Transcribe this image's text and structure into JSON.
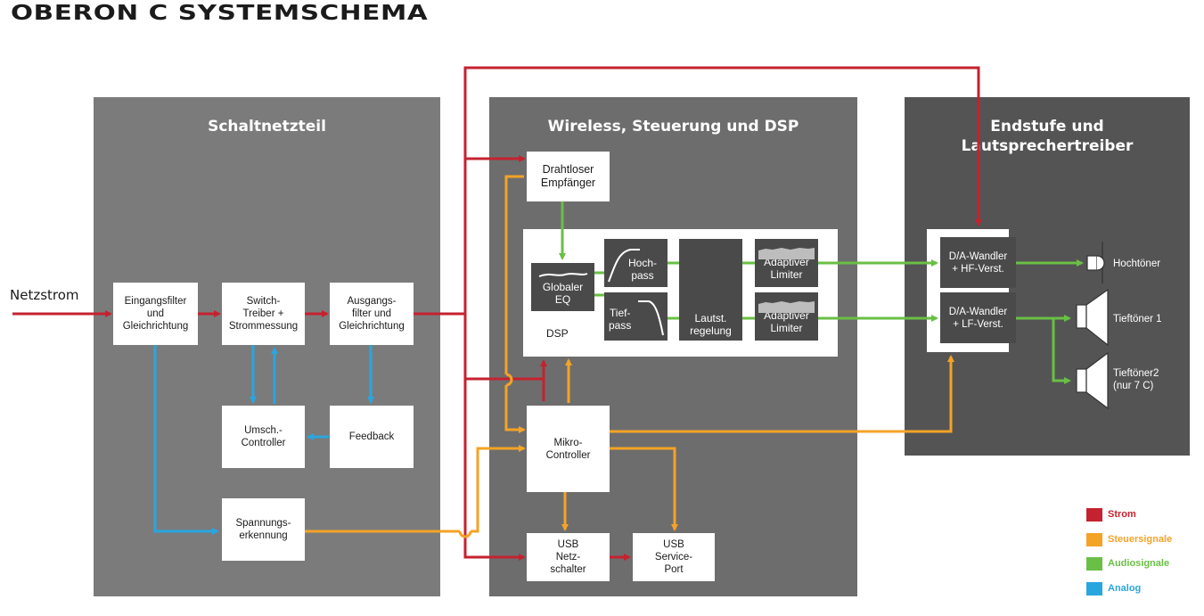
{
  "title": "OBERON C SYSTEMSCHEMA",
  "colors": {
    "strom": "#c5222f",
    "steuer": "#f4a326",
    "audio": "#6abf45",
    "analog": "#2aa6de",
    "panel_light": "#7b7b7c",
    "panel_mid": "#6d6d6e",
    "panel_dark": "#545455",
    "dark_box": "#4a4a4a"
  },
  "input_label": "Netzstrom",
  "panels": {
    "psu": "Schaltnetzteil",
    "dsp": "Wireless, Steuerung und DSP",
    "amp": "Endstufe und\nLautsprechertreiber"
  },
  "blocks": {
    "eingangsfilter": "Eingangsfilter\nund\nGleichrichtung",
    "switch": "Switch-\nTreiber +\nStrommessung",
    "ausgangsfilter": "Ausgangs-\nfilter und\nGleichrichtung",
    "umsch": "Umsch.-\nController",
    "feedback": "Feedback",
    "spannung": "Spannungs-\nerkennung",
    "empfaenger": "Drahtloser\nEmpfänger",
    "dsp_label": "DSP",
    "eq": "Globaler\nEQ",
    "hochpass": "Hoch-\npass",
    "tiefpass": "Tief-\npass",
    "lautst": "Lautst.\nregelung",
    "limiter1": "Adaptiver\nLimiter",
    "limiter2": "Adaptiver\nLimiter",
    "mikro": "Mikro-\nController",
    "usb_netz": "USB\nNetz-\nschalter",
    "usb_port": "USB\nService-\nPort",
    "da_hf": "D/A-Wandler\n+ HF-Verst.",
    "da_lf": "D/A-Wandler\n+ LF-Verst."
  },
  "speakers": {
    "hoch": "Hochtöner",
    "tief1": "Tieftöner 1",
    "tief2": "Tieftöner2\n(nur 7 C)"
  },
  "legend": [
    {
      "label": "Strom",
      "color": "#c5222f"
    },
    {
      "label": "Steuersignale",
      "color": "#f4a326"
    },
    {
      "label": "Audiosignale",
      "color": "#6abf45"
    },
    {
      "label": "Analog",
      "color": "#2aa6de"
    }
  ]
}
